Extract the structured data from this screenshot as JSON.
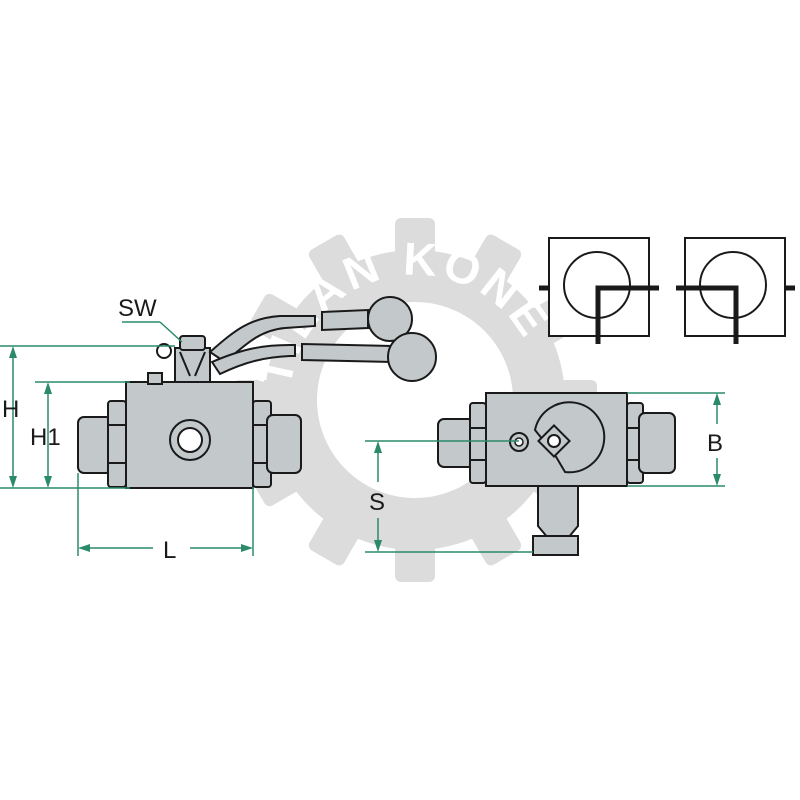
{
  "labels": {
    "sw": "SW",
    "h": "H",
    "h1": "H1",
    "l": "L",
    "s": "S",
    "b": "B"
  },
  "watermark": {
    "text": "TILAN KONE"
  },
  "colors": {
    "body": "#c3c8cb",
    "outline": "#1a1a1a",
    "dimension": "#2a8a6a",
    "watermark": "#dcdcdc"
  }
}
